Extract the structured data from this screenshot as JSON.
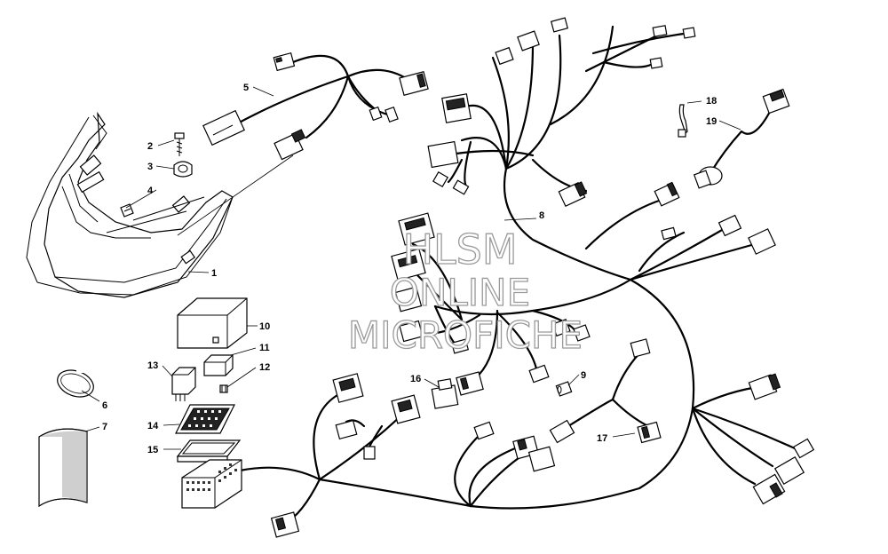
{
  "watermark": {
    "line1": "HLSM",
    "line2": "ONLINE",
    "line3": "MICROFICHE"
  },
  "callouts": [
    {
      "id": "1",
      "label": "1"
    },
    {
      "id": "2",
      "label": "2"
    },
    {
      "id": "3",
      "label": "3"
    },
    {
      "id": "4",
      "label": "4"
    },
    {
      "id": "5",
      "label": "5"
    },
    {
      "id": "6",
      "label": "6"
    },
    {
      "id": "7",
      "label": "7"
    },
    {
      "id": "8",
      "label": "8"
    },
    {
      "id": "9",
      "label": "9"
    },
    {
      "id": "10",
      "label": "10"
    },
    {
      "id": "11",
      "label": "11"
    },
    {
      "id": "12",
      "label": "12"
    },
    {
      "id": "13",
      "label": "13"
    },
    {
      "id": "14",
      "label": "14"
    },
    {
      "id": "15",
      "label": "15"
    },
    {
      "id": "16",
      "label": "16"
    },
    {
      "id": "17",
      "label": "17"
    },
    {
      "id": "18",
      "label": "18"
    },
    {
      "id": "19",
      "label": "19"
    }
  ]
}
